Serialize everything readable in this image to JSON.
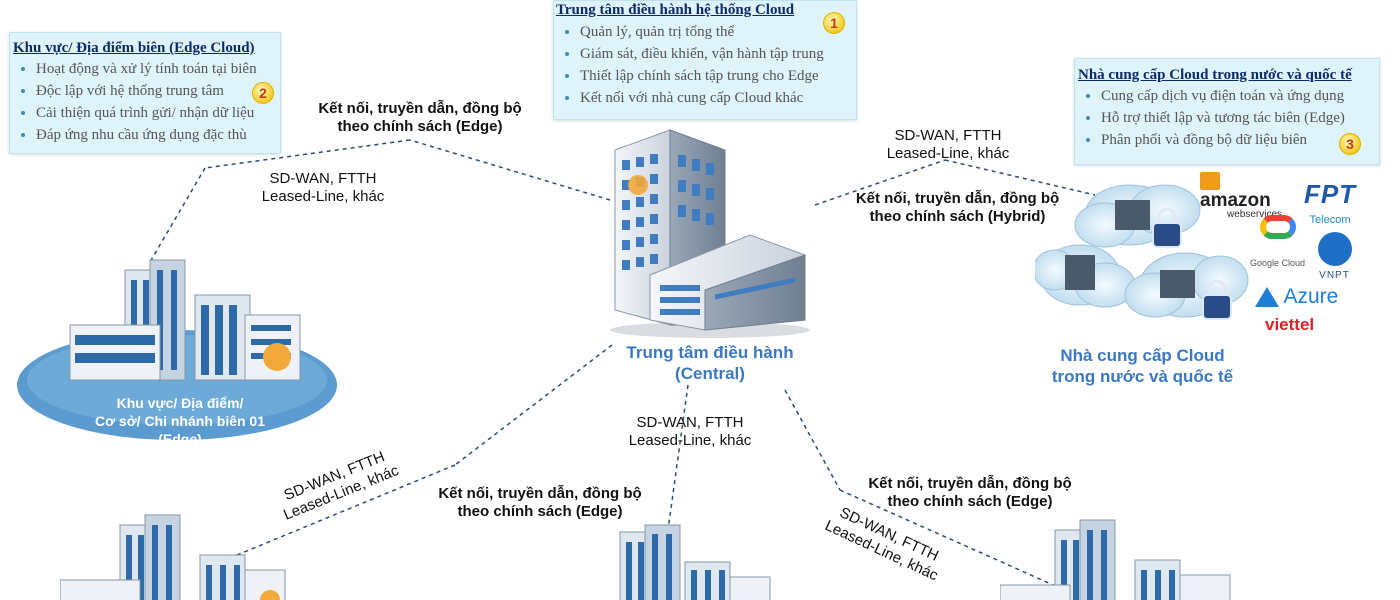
{
  "box_central": {
    "title": "Trung tâm điều hành hệ thống Cloud",
    "badge": "1",
    "items": [
      "Quản lý, quản trị tổng thể",
      "Giám sát, điều khiển, vận hành tập trung",
      "Thiết lập chính sách tập trung cho Edge",
      "Kết nối với nhà cung cấp Cloud khác"
    ]
  },
  "box_edge": {
    "title": "Khu vực/ Địa điểm biên (Edge Cloud)",
    "badge": "2",
    "items": [
      "Hoạt động và xử lý tính toán tại biên",
      "Độc lập với hệ thống trung tâm",
      "Cải thiện quá trình gửi/ nhận dữ liệu",
      "Đáp ứng nhu cầu ứng dụng đặc thù"
    ]
  },
  "box_provider": {
    "title": "Nhà cung cấp Cloud trong nước và quốc tế",
    "badge": "3",
    "items": [
      "Cung cấp dịch vụ điện toán và ứng dụng",
      "Hỗ trợ thiết lập và tương tác biên (Edge)",
      "Phân phối và đồng bộ dữ liệu biên"
    ]
  },
  "labels": {
    "conn_edge_top": "Kết nối, truyền dẫn, đồng bộ theo chính sách (Edge)",
    "sdwan_a": "SD-WAN, FTTH",
    "sdwan_b": "Leased-Line, khác",
    "sdwan_right_a": "SD-WAN, FTTH",
    "sdwan_right_b": "Leased-Line, khác",
    "conn_hybrid": "Kết nối, truyền dẫn, đồng bộ theo chính sách (Hybrid)",
    "central_a": "Trung tâm điều hành",
    "central_b": "(Central)",
    "provider_a": "Nhà cung cấp Cloud",
    "provider_b": "trong nước và quốc tế",
    "edge01_a": "Khu vực/ Địa điểm/",
    "edge01_b": "Cơ sở/ Chi nhánh biên 01",
    "edge01_c": "(Edge)",
    "sdwan_bl_a": "SD-WAN, FTTH",
    "sdwan_bl_b": "Leased-Line, khác",
    "sdwan_mid_a": "SD-WAN, FTTH",
    "sdwan_mid_b": "Leased-Line, khác",
    "conn_mid": "Kết nối, truyền dẫn, đồng bộ theo chính sách (Edge)",
    "conn_br": "Kết nối, truyền dẫn, đồng bộ theo chính sách (Edge)",
    "sdwan_br_a": "SD-WAN, FTTH",
    "sdwan_br_b": "Leased-Line, khác"
  },
  "logos": {
    "amazon": "amazon",
    "amazon_sub": "webservices",
    "fpt": "FPT",
    "fpt_sub": "Telecom",
    "google": "Google Cloud",
    "vnpt": "VNPT",
    "azure": "Azure",
    "viettel": "viettel"
  }
}
